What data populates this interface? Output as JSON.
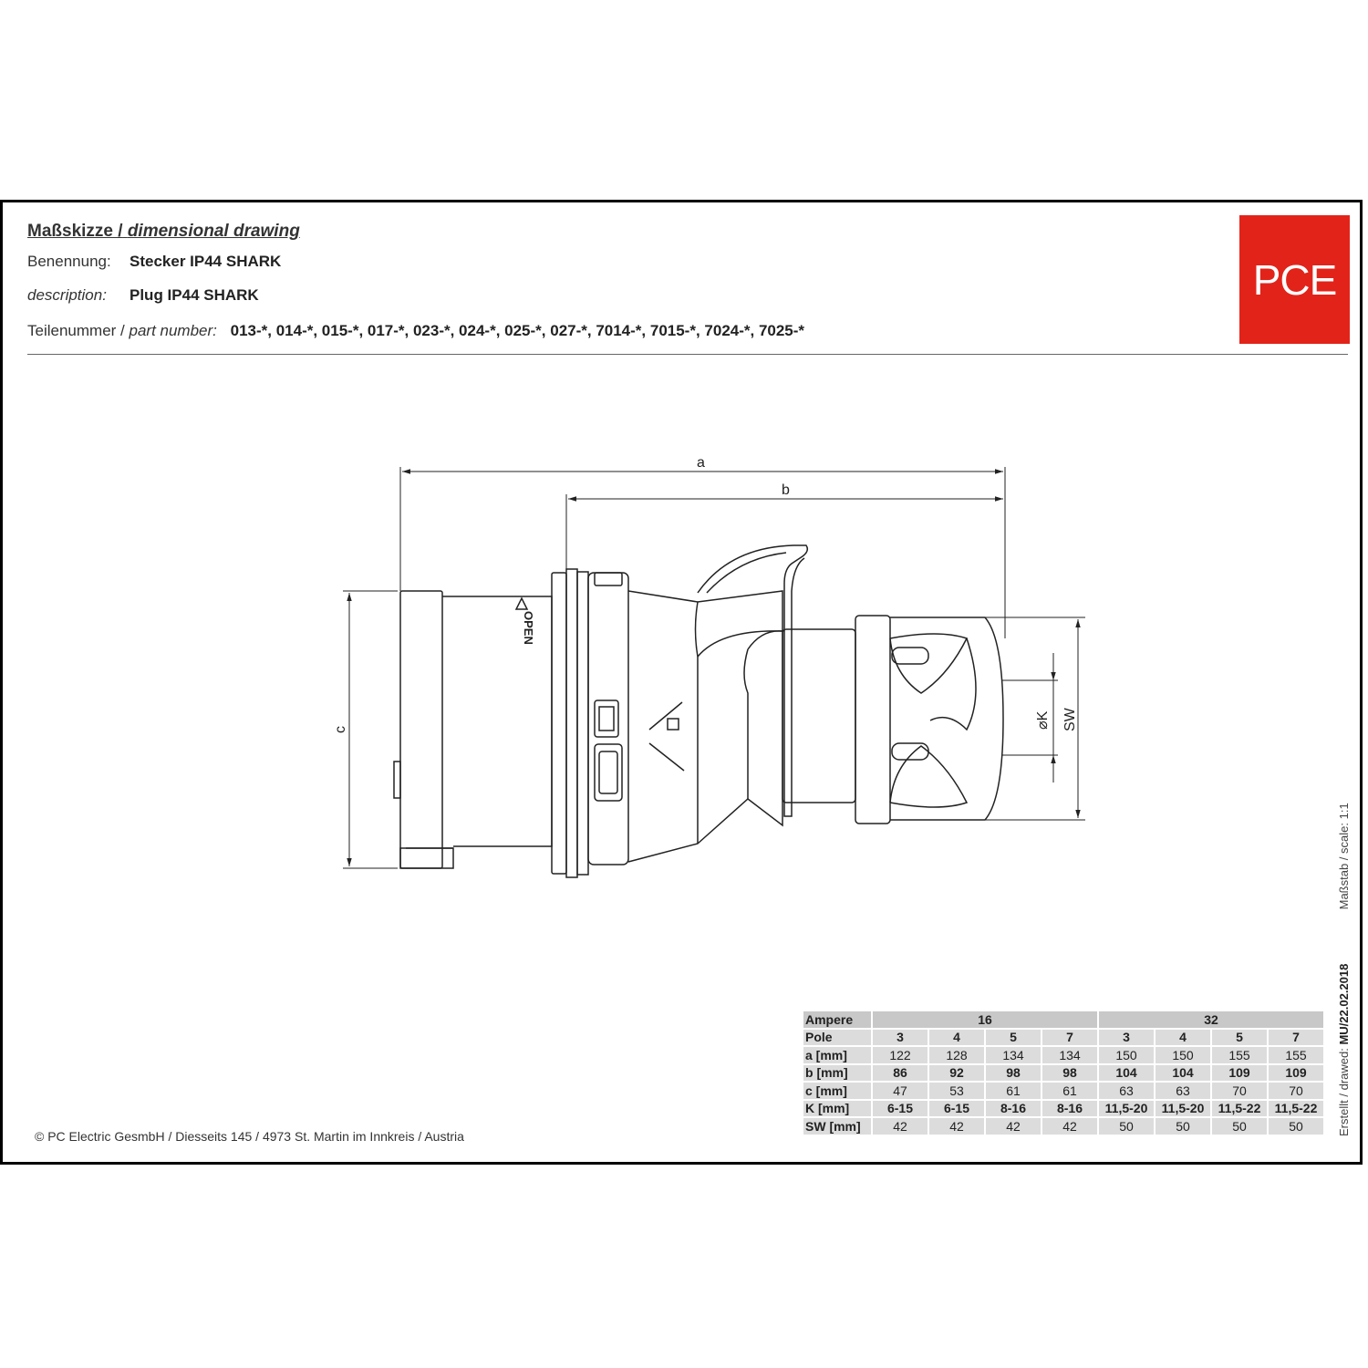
{
  "header": {
    "title_de": "Maßskizze /",
    "title_en": "dimensional drawing",
    "naming_label": "Benennung:",
    "naming_value": "Stecker IP44 SHARK",
    "description_label": "description:",
    "description_value": "Plug IP44 SHARK",
    "partnumber_label_de": "Teilenummer /",
    "partnumber_label_en": "part number:",
    "partnumber_value": "013-*, 014-*, 015-*, 017-*, 023-*, 024-*, 025-*, 027-*, 7014-*, 7015-*, 7024-*, 7025-*"
  },
  "logo": {
    "text": "PCE",
    "color": "#e2231a"
  },
  "drawing": {
    "dim_a": "a",
    "dim_b": "b",
    "dim_c": "c",
    "dim_k": "⌀K",
    "dim_sw": "SW",
    "open_label": "OPEN"
  },
  "table": {
    "ampere_label": "Ampere",
    "ampere_16": "16",
    "ampere_32": "32",
    "rows": [
      {
        "label": "Pole",
        "values": [
          "3",
          "4",
          "5",
          "7",
          "3",
          "4",
          "5",
          "7"
        ],
        "bold": true
      },
      {
        "label": "a [mm]",
        "values": [
          "122",
          "128",
          "134",
          "134",
          "150",
          "150",
          "155",
          "155"
        ],
        "bold": false
      },
      {
        "label": "b [mm]",
        "values": [
          "86",
          "92",
          "98",
          "98",
          "104",
          "104",
          "109",
          "109"
        ],
        "bold": true
      },
      {
        "label": "c [mm]",
        "values": [
          "47",
          "53",
          "61",
          "61",
          "63",
          "63",
          "70",
          "70"
        ],
        "bold": false
      },
      {
        "label": "K [mm]",
        "values": [
          "6-15",
          "6-15",
          "8-16",
          "8-16",
          "11,5-20",
          "11,5-20",
          "11,5-22",
          "11,5-22"
        ],
        "bold": true
      },
      {
        "label": "SW [mm]",
        "values": [
          "42",
          "42",
          "42",
          "42",
          "50",
          "50",
          "50",
          "50"
        ],
        "bold": false
      }
    ]
  },
  "footer": {
    "copyright": "© PC Electric GesmbH / Diesseits 145 / 4973 St. Martin im Innkreis / Austria",
    "created_label": "Erstellt / drawed:",
    "created_value": "MU/22.02.2018",
    "scale_label": "Maßstab / scale:",
    "scale_value": "1:1"
  }
}
